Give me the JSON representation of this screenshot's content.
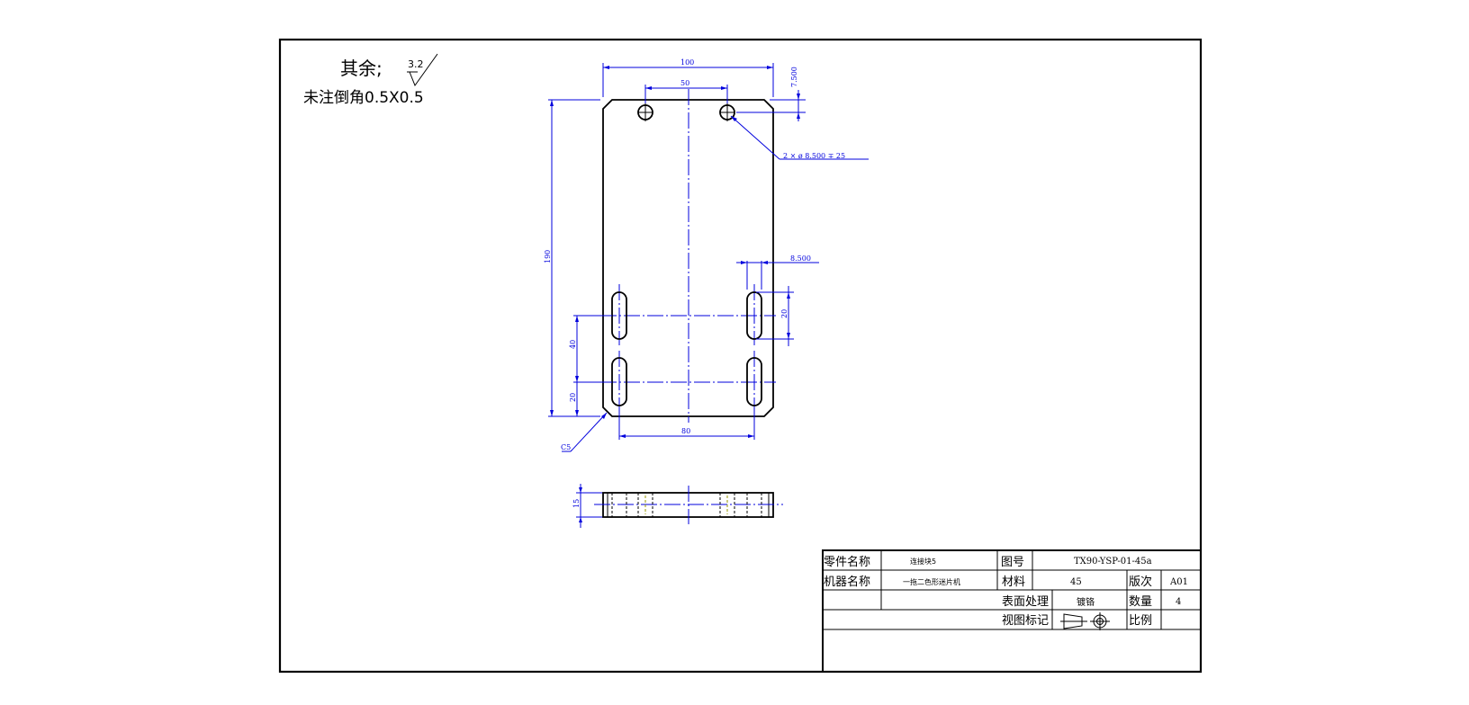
{
  "notes": {
    "surface_prefix": "其余;",
    "roughness_value": "3.2",
    "chamfer_note": "未注倒角0.5X0.5"
  },
  "dimensions": {
    "overall_width": "100",
    "hole_spacing": "50",
    "hole_edge_offset": "7.500",
    "hole_callout": "2 × ø 8.500 ∓ 25",
    "overall_height": "190",
    "slot_width": "8.500",
    "slot_length_right": "20",
    "slot_pitch": "40",
    "slot_bottom_offset": "20",
    "corner_chamfer": "C5",
    "slot_spacing": "80",
    "thickness": "15"
  },
  "title_block": {
    "part_name_label": "零件名称",
    "part_name_value": "连接块5",
    "drawing_no_label": "图号",
    "drawing_no_value": "TX90-YSP-01-45a",
    "machine_name_label": "机器名称",
    "machine_name_value": "一拖二色形迷片机",
    "material_label": "材料",
    "material_value": "45",
    "revision_label": "版次",
    "revision_value": "A01",
    "surface_treatment_label": "表面处理",
    "surface_treatment_value": "镀铬",
    "quantity_label": "数量",
    "quantity_value": "4",
    "view_mark_label": "视图标记",
    "scale_label": "比例",
    "scale_value": ""
  },
  "colors": {
    "dimension": "#0000dd",
    "outline": "#000000",
    "hidden": "#999900",
    "background": "#ffffff"
  }
}
